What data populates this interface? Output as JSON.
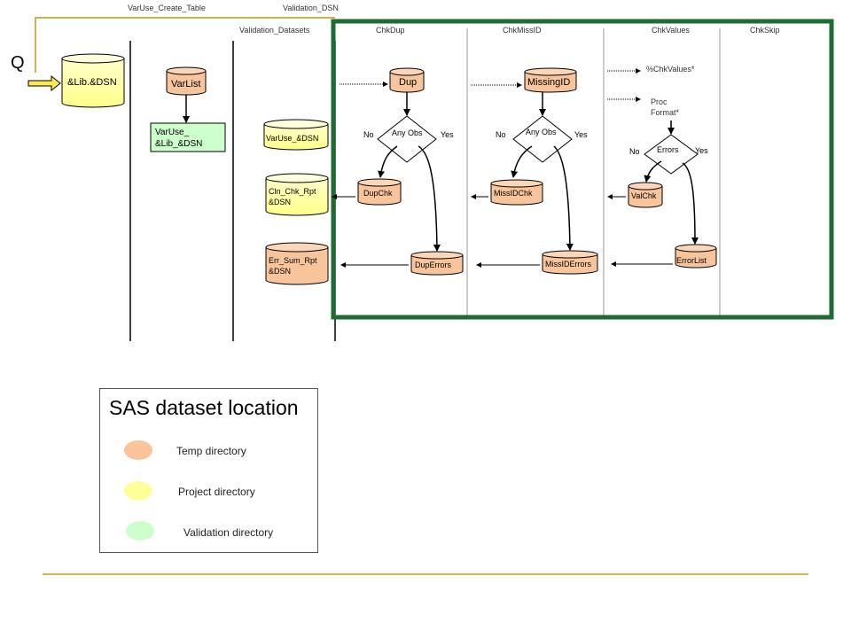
{
  "top_labels": {
    "varuse_create_table": "VarUse_Create_Table",
    "validation_dsn": "Validation_DSN"
  },
  "columns": {
    "validation_datasets": "Validation_Datasets",
    "chkdup": "ChkDup",
    "chkmissid": "ChkMissID",
    "chkvalues": "ChkValues",
    "chkskip": "ChkSkip"
  },
  "q_label": "Q",
  "datasets": {
    "lib_dsn": "&Lib.&DSN",
    "varlist": "VarList",
    "varuse_lib_dsn_line1": "VarUse_",
    "varuse_lib_dsn_line2": "&Lib_&DSN",
    "varuse_dsn": "VarUse_&DSN",
    "cln_chk_rpt_line1": "Cln_Chk_Rpt",
    "cln_chk_rpt_line2": "&DSN",
    "err_sum_rpt_line1": "Err_Sum_Rpt",
    "err_sum_rpt_line2": "&DSN",
    "dup": "Dup",
    "dupchk": "DupChk",
    "duperrors": "DupErrors",
    "missingid": "MissingID",
    "missidchk": "MissIDChk",
    "missiderrors": "MissIDErrors",
    "valchk": "ValChk",
    "errorlist": "ErrorList"
  },
  "decisions": {
    "dup_question": "Any Obs",
    "missid_question": "Any Obs",
    "values_question": "Errors",
    "no": "No",
    "yes": "Yes"
  },
  "chkvalues_steps": {
    "macro": "%ChkValues*",
    "proc_line1": "Proc",
    "proc_line2": "Format*"
  },
  "legend": {
    "title": "SAS dataset location",
    "items": [
      {
        "label": "Temp directory",
        "color": "#f8c49c"
      },
      {
        "label": "Project directory",
        "color": "#ffff99"
      },
      {
        "label": "Validation directory",
        "color": "#ccffcc"
      }
    ]
  },
  "colors": {
    "temp": "#f8c49c",
    "project": "#ffff99",
    "validation": "#ccffcc",
    "highlight_frame": "#1e6b34",
    "guide_line": "#c8b64a"
  }
}
